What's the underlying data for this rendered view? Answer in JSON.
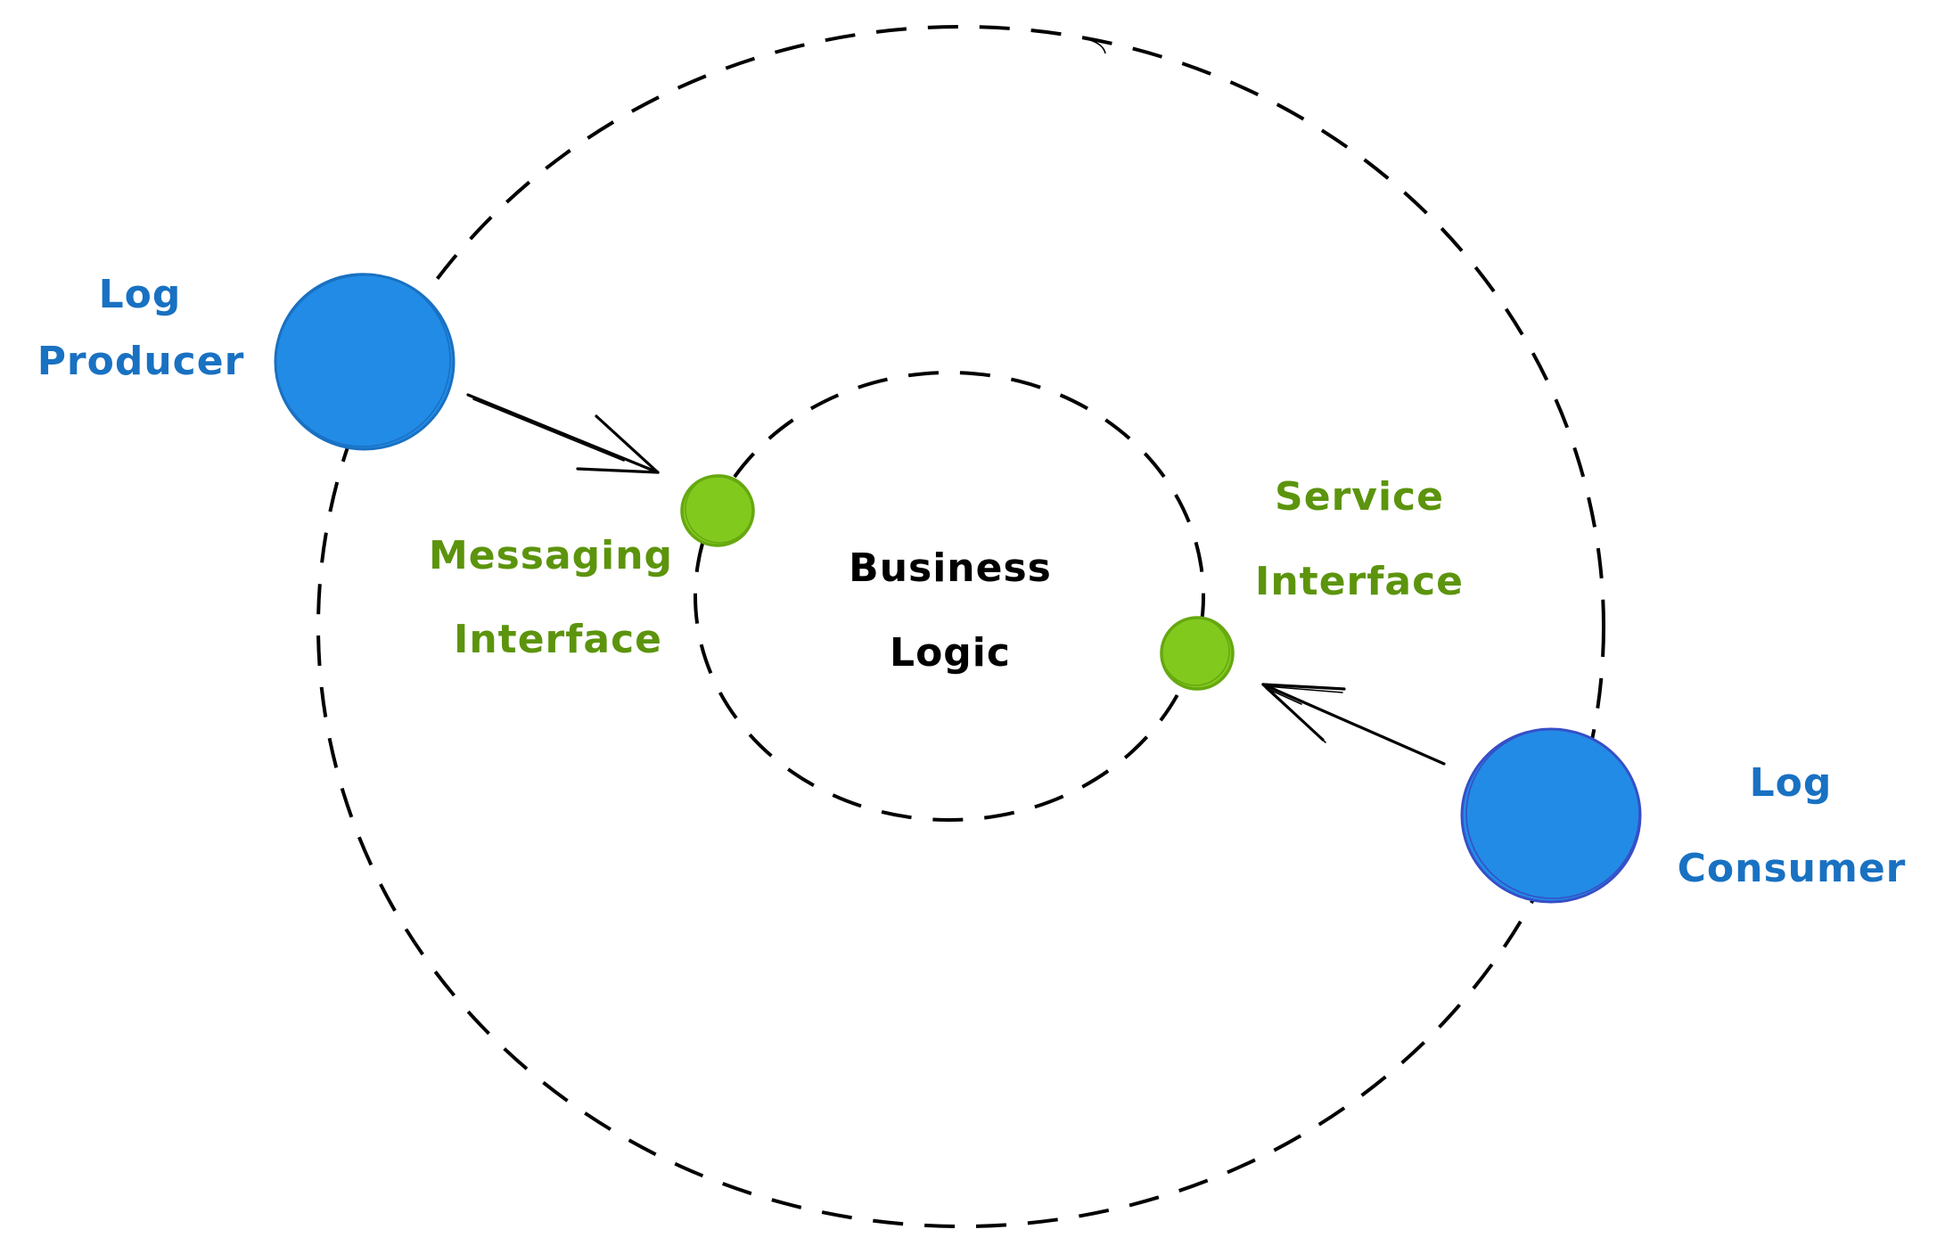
{
  "diagram": {
    "title": "",
    "colors": {
      "producer": "#228be6",
      "consumer": "#228be6",
      "interface": "#82c91e",
      "interface_text": "#5c940d",
      "actor_text": "#1971c2",
      "core_text": "#000000",
      "line": "#000000"
    },
    "core": {
      "lines": [
        "Business",
        "Logic"
      ]
    },
    "nodes": {
      "log_producer": {
        "lines": [
          "Log",
          "Producer"
        ]
      },
      "log_consumer": {
        "lines": [
          "Log",
          "Consumer"
        ]
      },
      "messaging_interface": {
        "lines": [
          "Messaging",
          "Interface"
        ]
      },
      "service_interface": {
        "lines": [
          "Service",
          "Interface"
        ]
      }
    },
    "edges": [
      {
        "from": "log_producer",
        "to": "messaging_interface",
        "style": "arrow"
      },
      {
        "from": "log_consumer",
        "to": "service_interface",
        "style": "arrow"
      }
    ],
    "boundaries": [
      {
        "name": "outer-ring",
        "style": "dashed"
      },
      {
        "name": "inner-ring",
        "style": "dashed"
      }
    ]
  }
}
